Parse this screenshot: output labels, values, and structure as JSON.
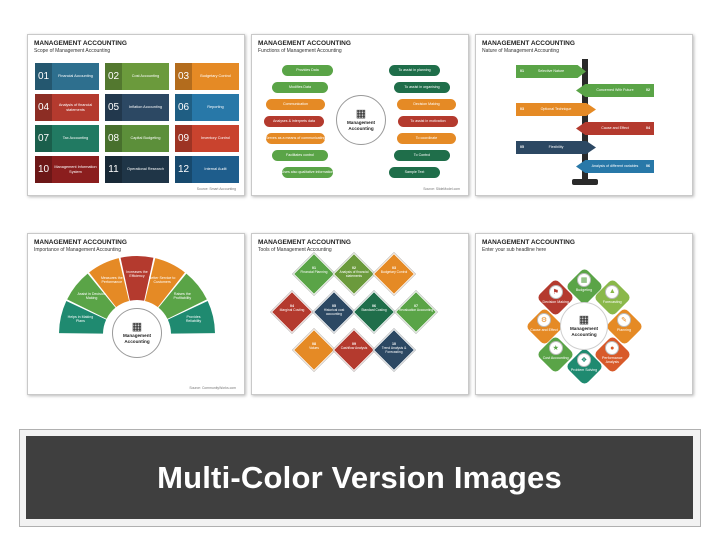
{
  "main_title": "MANAGEMENT ACCOUNTING",
  "banner": {
    "text": "Multi-Color Version Images"
  },
  "slides": [
    {
      "subtitle": "Scope of Management Accounting",
      "source": "Source: Smart Accounting",
      "cells": [
        {
          "num": "01",
          "label": "Financial Accounting",
          "color": "#2e6f8e"
        },
        {
          "num": "02",
          "label": "Cost Accounting",
          "color": "#6b9a3c"
        },
        {
          "num": "03",
          "label": "Budgetary Control",
          "color": "#e58a25"
        },
        {
          "num": "04",
          "label": "Analysis of financial statements",
          "color": "#b43a2e"
        },
        {
          "num": "05",
          "label": "Inflation Accounting",
          "color": "#2c4863"
        },
        {
          "num": "06",
          "label": "Reporting",
          "color": "#2878a8"
        },
        {
          "num": "07",
          "label": "Tax Accounting",
          "color": "#217a62"
        },
        {
          "num": "08",
          "label": "Capital Budgeting",
          "color": "#5c8f3a"
        },
        {
          "num": "09",
          "label": "Inventory Control",
          "color": "#c9432e"
        },
        {
          "num": "10",
          "label": "Management Information System",
          "color": "#8b1e1e"
        },
        {
          "num": "11",
          "label": "Operational Research",
          "color": "#1f3547"
        },
        {
          "num": "12",
          "label": "Internal Audit",
          "color": "#1e5d8c"
        }
      ]
    },
    {
      "subtitle": "Functions of Management Accounting",
      "center": "Management Accounting",
      "source": "Source: SlideModel.com",
      "left": [
        {
          "label": "Provides Data",
          "color": "#5aa447"
        },
        {
          "label": "Modifies Data",
          "color": "#5aa447"
        },
        {
          "label": "Communication",
          "color": "#e58a25"
        },
        {
          "label": "Analyses & interprets data",
          "color": "#b43a2e"
        },
        {
          "label": "Serves as a means of communicating",
          "color": "#e58a25"
        },
        {
          "label": "Facilitates control",
          "color": "#5aa447"
        },
        {
          "label": "Uses also qualitative information",
          "color": "#5aa447"
        }
      ],
      "right": [
        {
          "label": "To assist in planning",
          "color": "#1f6e4a"
        },
        {
          "label": "To assist in organising",
          "color": "#1f6e4a"
        },
        {
          "label": "Decision Making",
          "color": "#e58a25"
        },
        {
          "label": "To assist in motivation",
          "color": "#b43a2e"
        },
        {
          "label": "To coordinate",
          "color": "#e58a25"
        },
        {
          "label": "To Control",
          "color": "#1f6e4a"
        },
        {
          "label": "Sample Text",
          "color": "#1f6e4a"
        }
      ]
    },
    {
      "subtitle": "Nature of Management Accounting",
      "signs": [
        {
          "num": "01",
          "label": "Selective Nature",
          "color": "#5aa447",
          "dir": "r"
        },
        {
          "num": "02",
          "label": "Concerned With Future",
          "color": "#5aa447",
          "dir": "l"
        },
        {
          "num": "03",
          "label": "Optional Technique",
          "color": "#e58a25",
          "dir": "r"
        },
        {
          "num": "04",
          "label": "Cause and Effect",
          "color": "#b43a2e",
          "dir": "l"
        },
        {
          "num": "05",
          "label": "Flexibility",
          "color": "#2c4863",
          "dir": "r"
        },
        {
          "num": "06",
          "label": "Analysis of different variables",
          "color": "#2878a8",
          "dir": "l"
        }
      ]
    },
    {
      "subtitle": "Importance of Management Accounting",
      "center": "Management Accounting",
      "source": "Source: CommunityWorks.com",
      "segments": [
        {
          "label": "Helps in Making Plans",
          "color": "#1f8a70"
        },
        {
          "label": "Assist in Decision Making",
          "color": "#5aa447"
        },
        {
          "label": "Measures the Performance",
          "color": "#e58a25"
        },
        {
          "label": "Increases the Efficiency",
          "color": "#b43a2e"
        },
        {
          "label": "Better Service to Customers",
          "color": "#e58a25"
        },
        {
          "label": "Raises the Profitability",
          "color": "#5aa447"
        },
        {
          "label": "Provides Reliability",
          "color": "#1f8a70"
        }
      ]
    },
    {
      "subtitle": "Tools of Management Accounting",
      "diamonds": [
        {
          "num": "01",
          "label": "Financial Planning",
          "color": "#5aa447"
        },
        {
          "num": "02",
          "label": "Analysis of financial statements",
          "color": "#6b9a3c"
        },
        {
          "num": "03",
          "label": "Budgetary Control",
          "color": "#e58a25"
        },
        {
          "num": "04",
          "label": "Marginal Costing",
          "color": "#b43a2e"
        },
        {
          "num": "05",
          "label": "Historical cost accounting",
          "color": "#2c4863"
        },
        {
          "num": "06",
          "label": "Standard Costing",
          "color": "#1f6e4a"
        },
        {
          "num": "07",
          "label": "Revaluation Accounting",
          "color": "#5aa447"
        },
        {
          "num": "08",
          "label": "Values",
          "color": "#e58a25"
        },
        {
          "num": "09",
          "label": "Cashflow Analysis",
          "color": "#b43a2e"
        },
        {
          "num": "10",
          "label": "Trend Analysis & Forecasting",
          "color": "#2c4863"
        }
      ]
    },
    {
      "subtitle": "Enter your sub headline here",
      "center": "Management Accounting",
      "items": [
        {
          "label": "Budgeting",
          "color": "#5aa447"
        },
        {
          "label": "Forecasting",
          "color": "#8ab84a"
        },
        {
          "label": "Planning",
          "color": "#e58a25"
        },
        {
          "label": "Performance Analysis",
          "color": "#d85a2a"
        },
        {
          "label": "Problem Solving",
          "color": "#1f8a70"
        },
        {
          "label": "Cost Accounting",
          "color": "#5aa447"
        },
        {
          "label": "Cause and Effect",
          "color": "#e58a25"
        },
        {
          "label": "Decision Making",
          "color": "#b43a2e"
        }
      ]
    }
  ]
}
